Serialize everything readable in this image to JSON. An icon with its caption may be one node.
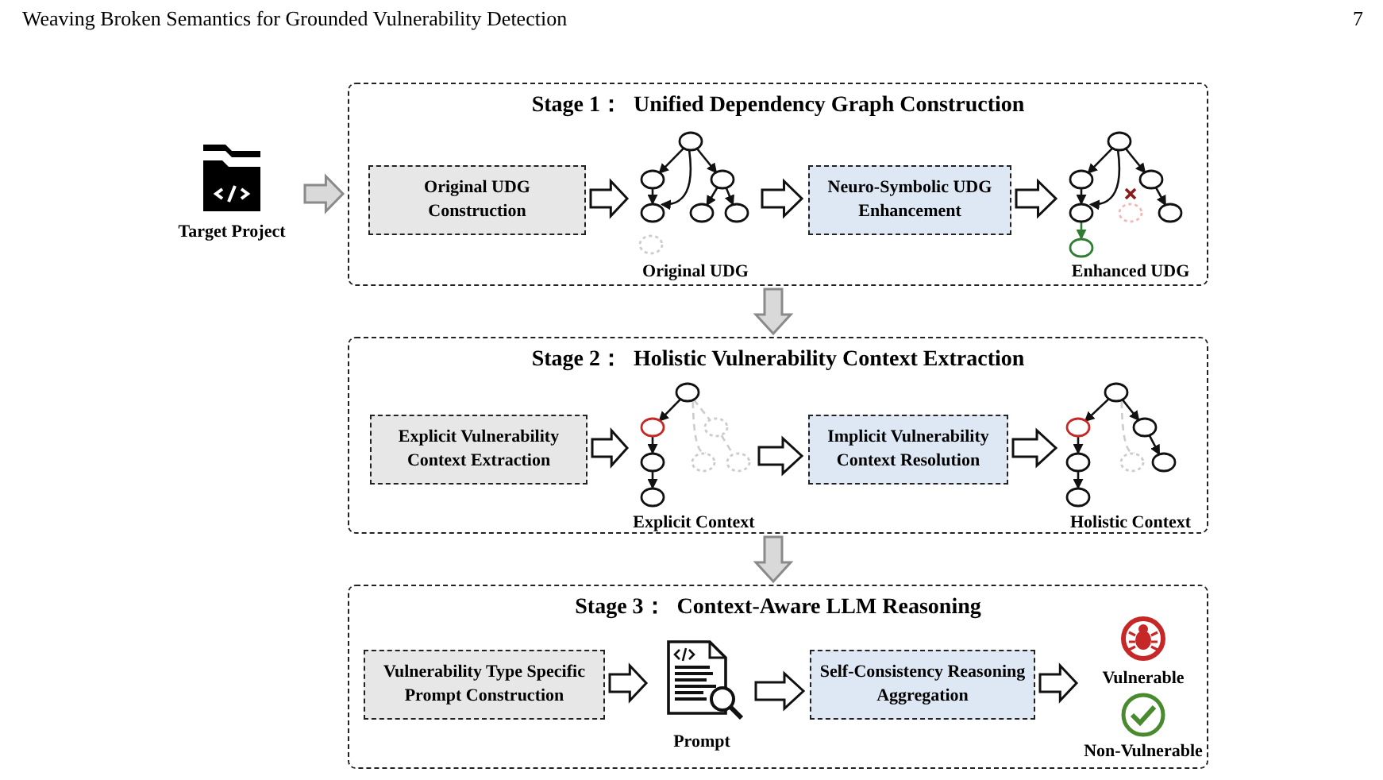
{
  "diagram": {
    "nodes": [
      {
        "text": [
          "Stage 1：  Unified Dependency Graph Construction"
        ]
      },
      {
        "text": [
          "Target Project"
        ]
      },
      {
        "text": [
          "Original UDG Construction"
        ],
        "in": 0
      },
      {
        "text": [
          "Original UDG"
        ],
        "in": 0
      },
      {
        "text": [
          "Neuro-Symbolic UDG Enhancement"
        ],
        "in": 0
      },
      {
        "text": [
          "Enhanced UDG"
        ],
        "in": 0
      },
      {
        "text": [
          "Stage 2：  Holistic Vulnerability Context Extraction"
        ]
      },
      {
        "text": [
          "Explicit Vulnerability Context Extraction"
        ],
        "in": 6
      },
      {
        "text": [
          "Explicit Context"
        ],
        "in": 6
      },
      {
        "text": [
          "Implicit Vulnerability Context Resolution"
        ],
        "in": 6
      },
      {
        "text": [
          "Holistic Context"
        ],
        "in": 6
      },
      {
        "text": [
          "Stage 3：  Context-Aware LLM Reasoning"
        ]
      },
      {
        "text": [
          "Vulnerability Type Specific Prompt Construction"
        ],
        "in": 11
      },
      {
        "text": [
          "Prompt"
        ],
        "in": 11
      },
      {
        "text": [
          "Self-Consistency Reasoning Aggregation"
        ],
        "in": 11
      },
      {
        "text": [
          "Vulnerable"
        ],
        "in": 11
      },
      {
        "text": [
          "Non-Vulnerable"
        ],
        "in": 11
      }
    ],
    "edges": [
      {
        "from": 1,
        "to": 0,
        "arrow": "to",
        "color": "#d9d9d9"
      },
      {
        "from": 2,
        "to": 3,
        "arrow": "to"
      },
      {
        "from": 3,
        "to": 4,
        "arrow": "to"
      },
      {
        "from": 4,
        "to": 5,
        "arrow": "to"
      },
      {
        "from": 0,
        "to": 6,
        "arrow": "to",
        "color": "#d9d9d9"
      },
      {
        "from": 7,
        "to": 8,
        "arrow": "to"
      },
      {
        "from": 8,
        "to": 9,
        "arrow": "to"
      },
      {
        "from": 9,
        "to": 10,
        "arrow": "to"
      },
      {
        "from": 6,
        "to": 11,
        "arrow": "to",
        "color": "#d9d9d9"
      },
      {
        "from": 12,
        "to": 13,
        "arrow": "to"
      },
      {
        "from": 13,
        "to": 14,
        "arrow": "to"
      },
      {
        "from": 14,
        "to": 15,
        "arrow": "to"
      },
      {
        "from": 14,
        "to": 16,
        "arrow": "to"
      }
    ],
    "labels": [
      "Weaving Broken Semantics for Grounded Vulnerability Detection",
      "7"
    ]
  }
}
